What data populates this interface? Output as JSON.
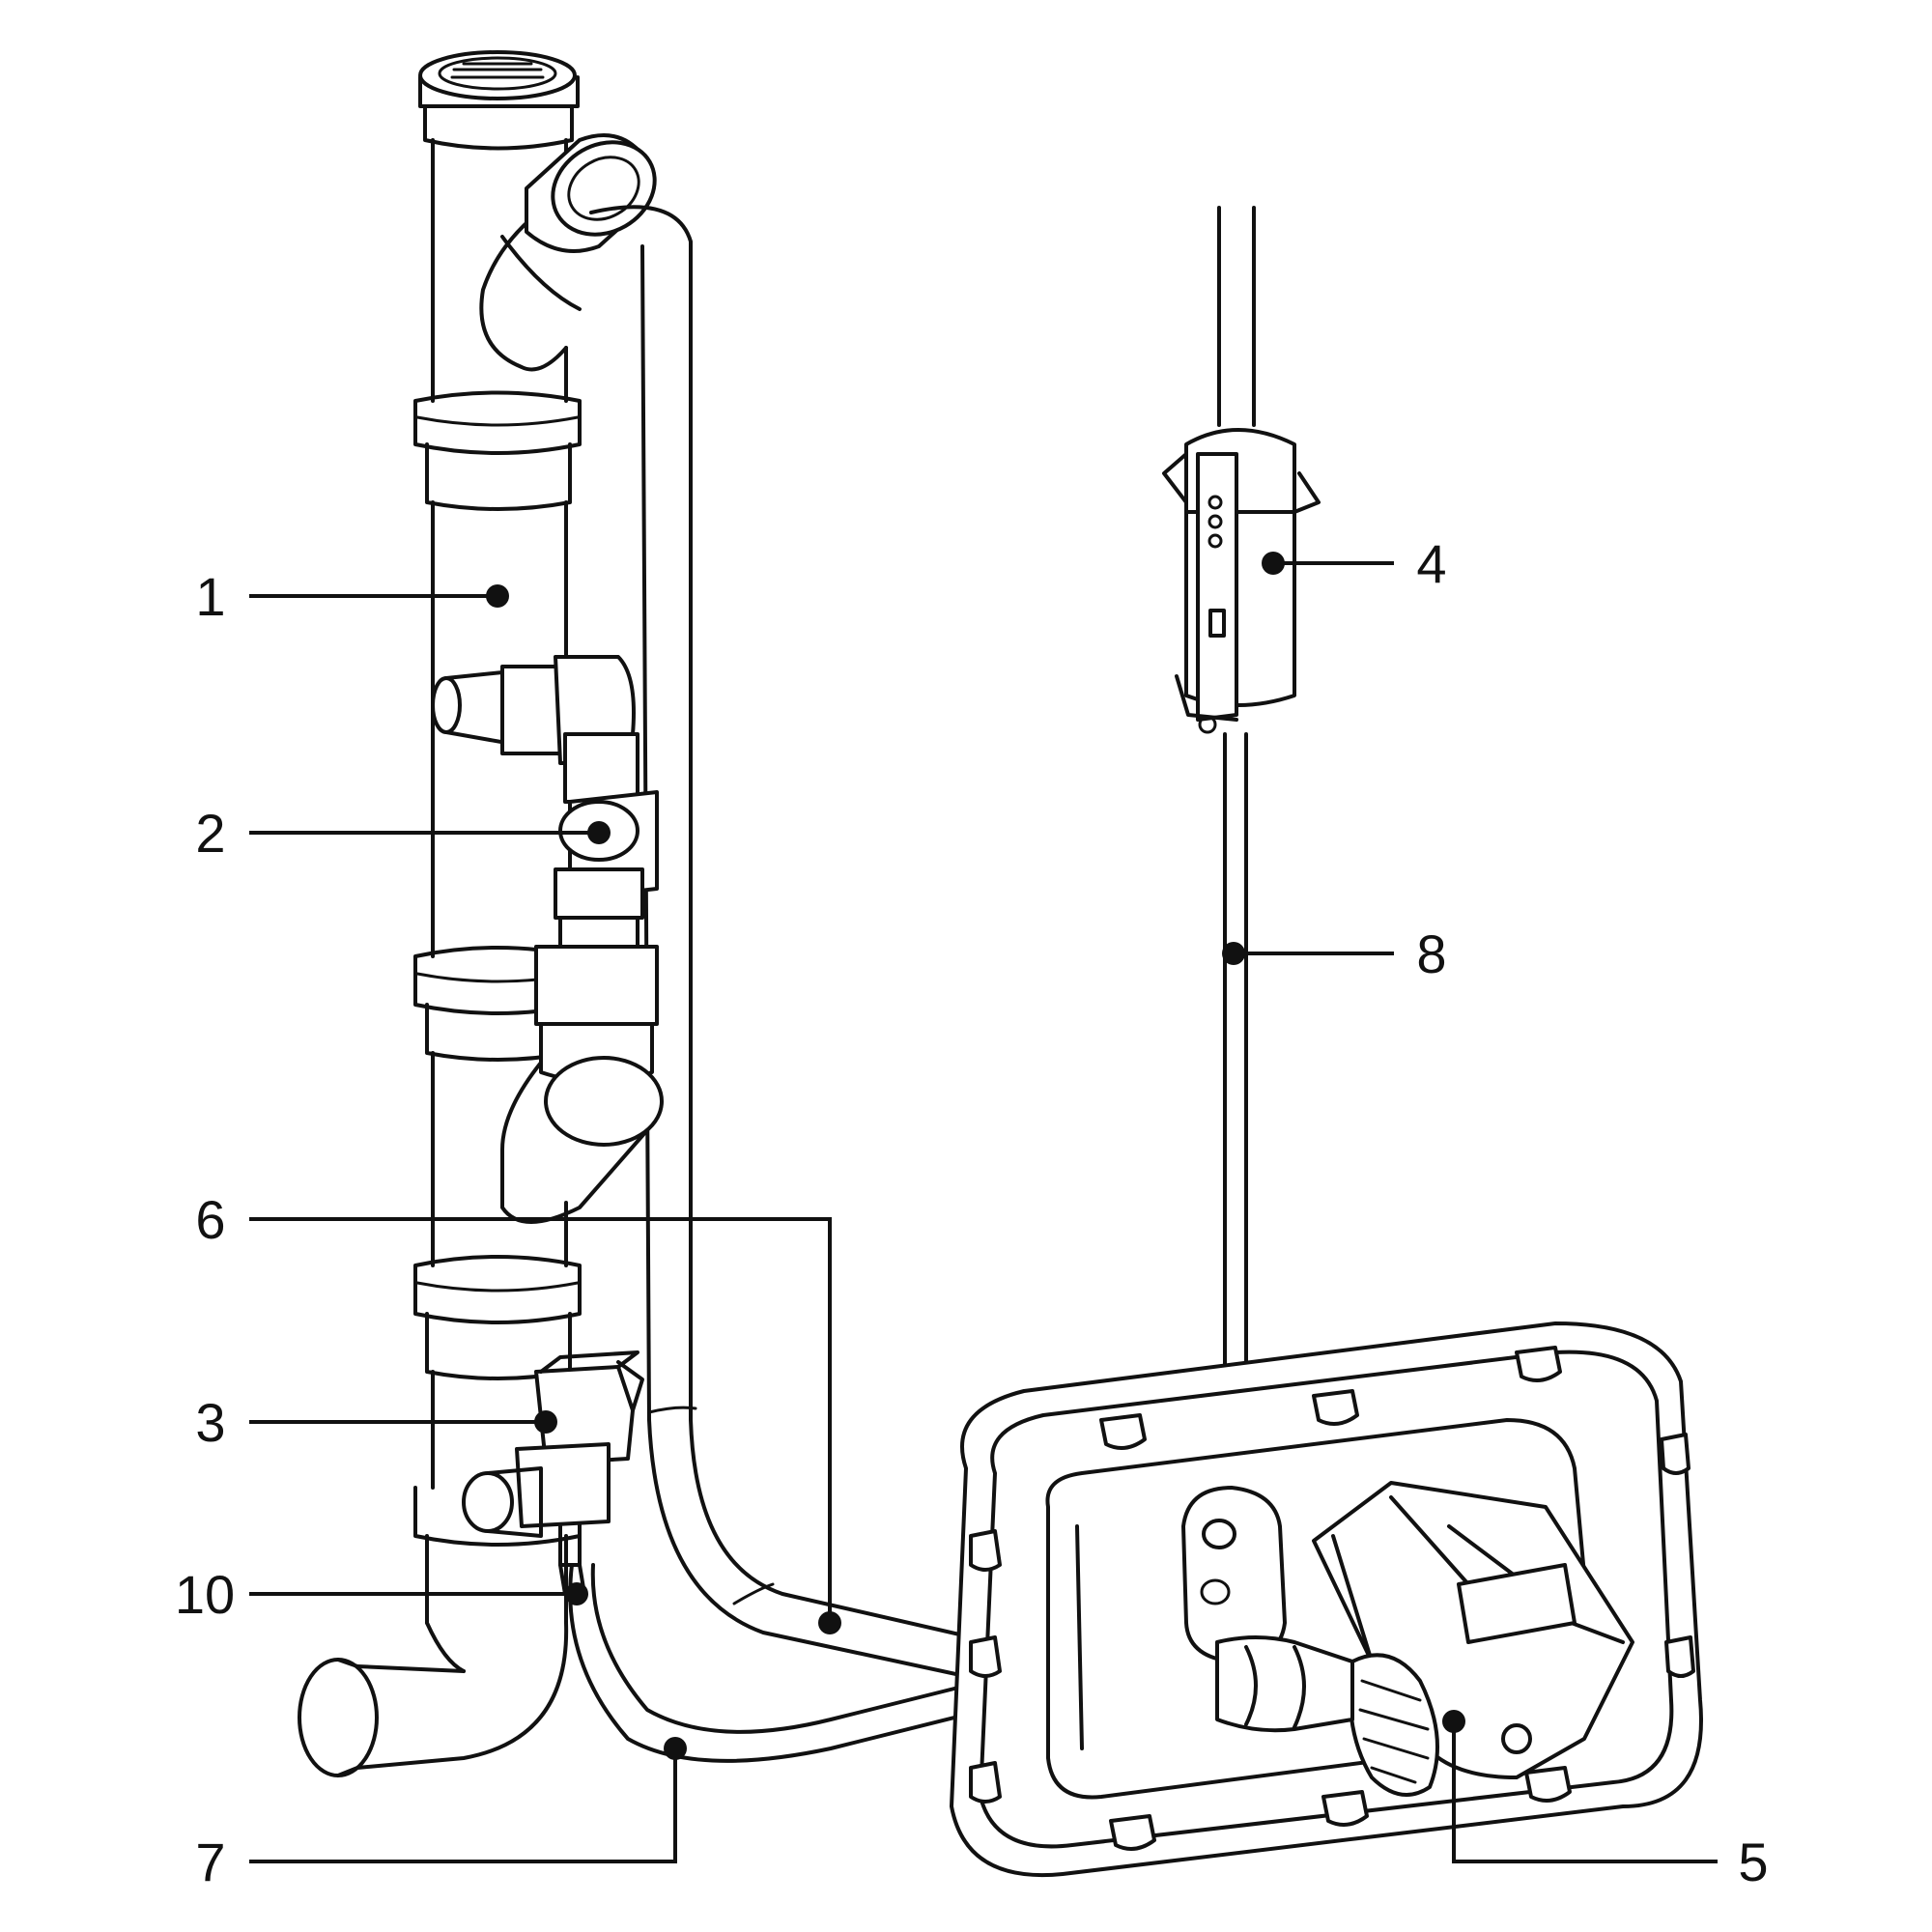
{
  "callouts": [
    {
      "id": "1",
      "label": "1"
    },
    {
      "id": "2",
      "label": "2"
    },
    {
      "id": "3",
      "label": "3"
    },
    {
      "id": "4",
      "label": "4"
    },
    {
      "id": "5",
      "label": "5"
    },
    {
      "id": "6",
      "label": "6"
    },
    {
      "id": "7",
      "label": "7"
    },
    {
      "id": "8",
      "label": "8"
    },
    {
      "id": "10",
      "label": "10"
    }
  ]
}
